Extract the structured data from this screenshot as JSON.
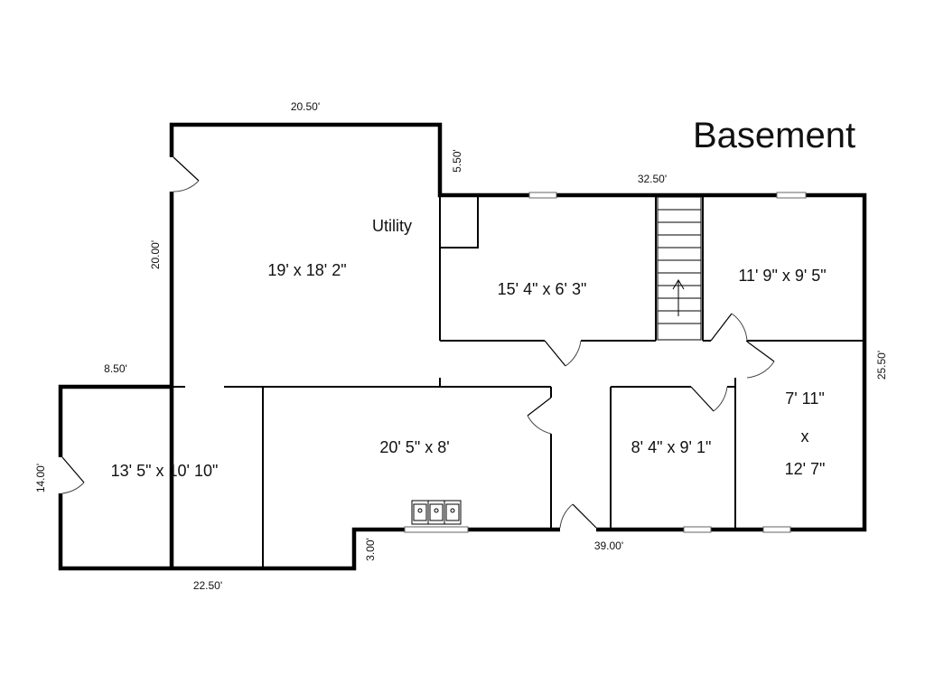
{
  "title": "Basement",
  "rooms": [
    {
      "name": "Utility"
    },
    {
      "size": "19' x 18' 2\""
    },
    {
      "size": "15' 4\" x 6' 3\""
    },
    {
      "size": "11' 9\" x 9' 5\""
    },
    {
      "size": "13' 5\" x 10' 10\""
    },
    {
      "size": "20' 5\" x 8'"
    },
    {
      "size": "8' 4\" x 9' 1\""
    },
    {
      "size_lines": [
        "7' 11\"",
        "x",
        "12' 7\""
      ]
    }
  ],
  "dimensions": [
    "20.50'",
    "5.50'",
    "32.50'",
    "20.00'",
    "8.50'",
    "25.50'",
    "14.00'",
    "3.00'",
    "39.00'",
    "22.50'"
  ]
}
